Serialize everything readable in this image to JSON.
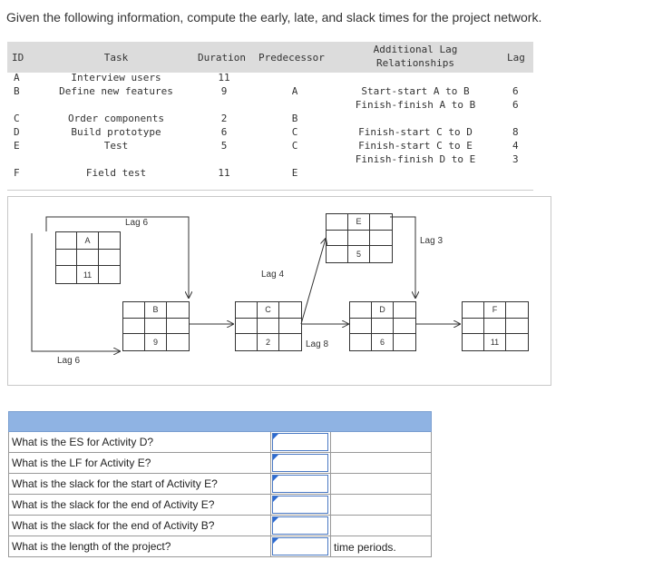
{
  "intro": "Given the following information, compute the early, late, and slack times for the project network.",
  "table": {
    "headers": {
      "id": "ID",
      "task": "Task",
      "duration": "Duration",
      "predecessor": "Predecessor",
      "additional_lag_1": "Additional Lag",
      "additional_lag_2": "Relationships",
      "lag": "Lag"
    },
    "rows": [
      {
        "id": "A",
        "task": "Interview users",
        "duration": "11",
        "predecessor": "",
        "relationship": "",
        "lag": ""
      },
      {
        "id": "B",
        "task": "Define new features",
        "duration": "9",
        "predecessor": "A",
        "relationship": "Start-start A to B",
        "lag": "6"
      },
      {
        "id": "",
        "task": "",
        "duration": "",
        "predecessor": "",
        "relationship": "Finish-finish A to B",
        "lag": "6"
      },
      {
        "id": "C",
        "task": "Order components",
        "duration": "2",
        "predecessor": "B",
        "relationship": "",
        "lag": ""
      },
      {
        "id": "D",
        "task": "Build prototype",
        "duration": "6",
        "predecessor": "C",
        "relationship": "Finish-start C to D",
        "lag": "8"
      },
      {
        "id": "E",
        "task": "Test",
        "duration": "5",
        "predecessor": "C",
        "relationship": "Finish-start C to E",
        "lag": "4"
      },
      {
        "id": "",
        "task": "",
        "duration": "",
        "predecessor": "",
        "relationship": "Finish-finish D to E",
        "lag": "3"
      },
      {
        "id": "F",
        "task": "Field test",
        "duration": "11",
        "predecessor": "E",
        "relationship": "",
        "lag": ""
      }
    ]
  },
  "diagram": {
    "nodes": {
      "A": {
        "label": "A",
        "duration": "11"
      },
      "B": {
        "label": "B",
        "duration": "9"
      },
      "C": {
        "label": "C",
        "duration": "2"
      },
      "D": {
        "label": "D",
        "duration": "6"
      },
      "E": {
        "label": "E",
        "duration": "5"
      },
      "F": {
        "label": "F",
        "duration": "11"
      }
    },
    "lags": {
      "a_to_b_top": "Lag 6",
      "a_to_b_bottom": "Lag 6",
      "c_to_e": "Lag 4",
      "c_to_d": "Lag 8",
      "d_to_e": "Lag 3"
    }
  },
  "questions": [
    {
      "text": "What is the ES for Activity D?",
      "value": "",
      "unit": ""
    },
    {
      "text": "What is the LF for Activity E?",
      "value": "",
      "unit": ""
    },
    {
      "text": "What is the slack for the start of Activity E?",
      "value": "",
      "unit": ""
    },
    {
      "text": "What is the slack for the end of Activity E?",
      "value": "",
      "unit": ""
    },
    {
      "text": "What is the slack for the end of Activity B?",
      "value": "",
      "unit": ""
    },
    {
      "text": "What is the length of the project?",
      "value": "",
      "unit": "time periods."
    }
  ],
  "colors": {
    "header_bg": "#dcdcdc",
    "question_header": "#8fb3e3",
    "input_border": "#4a79c4"
  }
}
